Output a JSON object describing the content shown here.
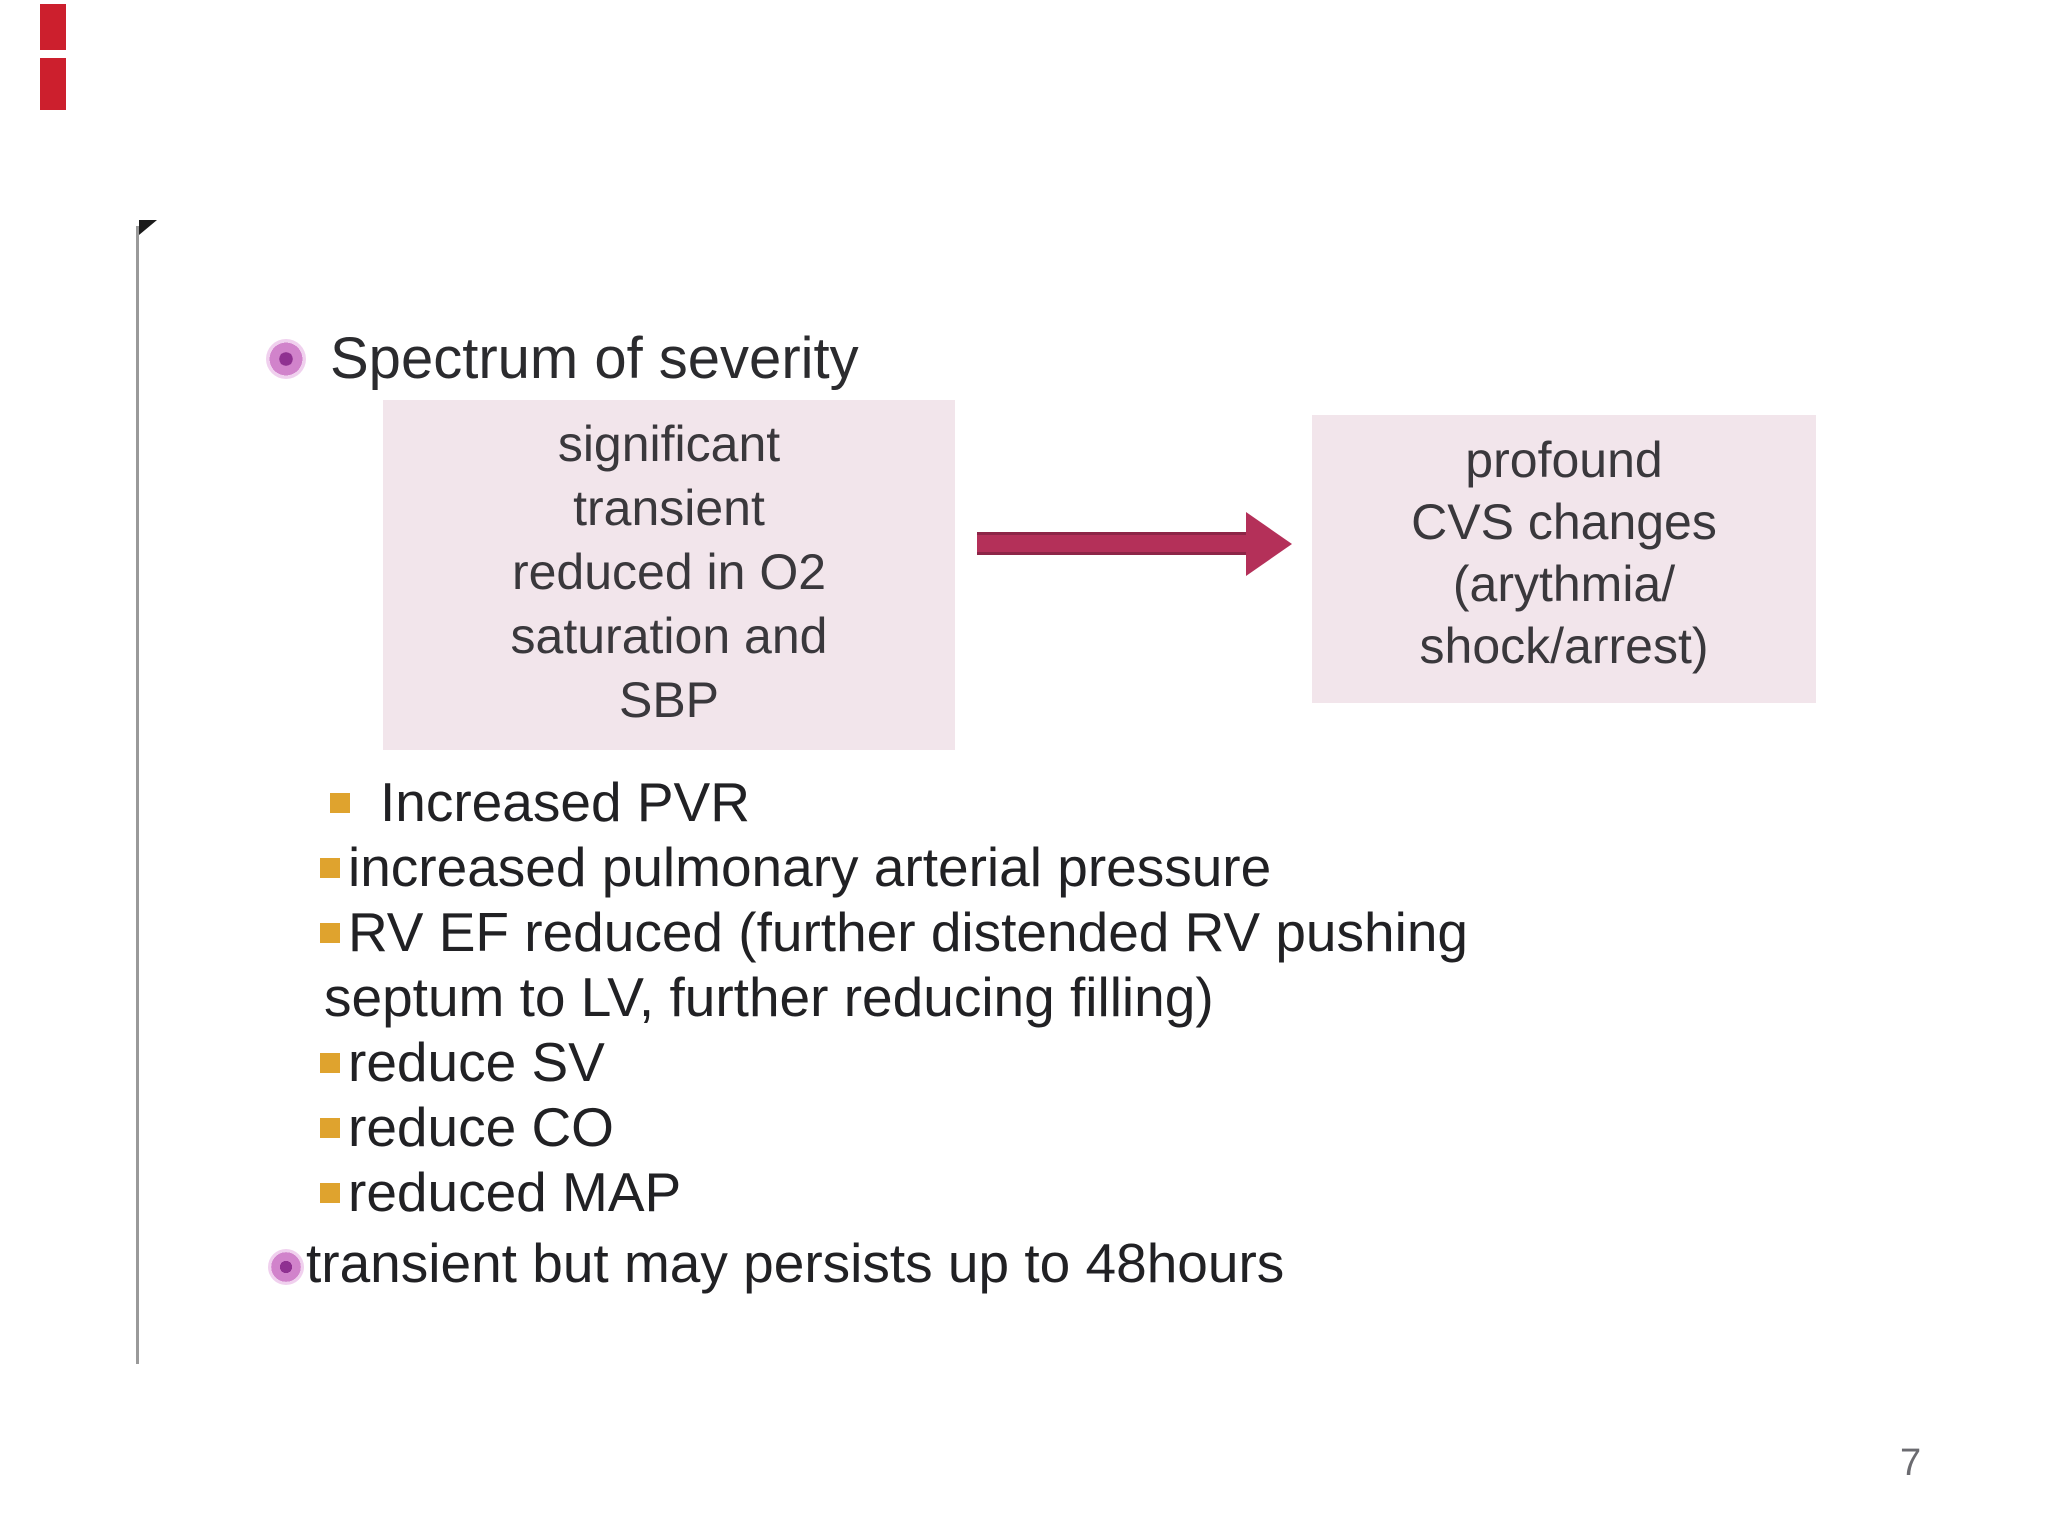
{
  "colors": {
    "red_mark": "#cc1f2d",
    "divider_line": "#9a9a9a",
    "corner_tick": "#1b1b1b",
    "heading_text": "#2b2b2e",
    "body_text": "#212124",
    "box_fill": "#f2e5eb",
    "box_text": "#3a383c",
    "arrow_fill": "#b43059",
    "arrow_edge": "#8d2547",
    "square_bullet": "#dfa32e",
    "ring_bullet_outer": "#f0d0ee",
    "ring_bullet_mid": "#d183cb",
    "ring_bullet_inner": "#8f3191",
    "page_number_text": "#6b6b70"
  },
  "heading": {
    "text": "Spectrum of severity"
  },
  "diagram": {
    "left_box": {
      "lines": [
        "significant",
        "transient",
        "reduced in O2",
        "saturation and",
        "SBP"
      ]
    },
    "arrow": {
      "direction": "right"
    },
    "right_box": {
      "lines": [
        "profound",
        "CVS changes",
        "(arythmia/",
        "shock/arrest)"
      ]
    }
  },
  "list": {
    "rows": [
      {
        "marker": "square",
        "text": "Increased PVR"
      },
      {
        "marker": "square",
        "text": "increased pulmonary arterial pressure"
      },
      {
        "marker": "square",
        "text": "RV EF reduced (further distended RV pushing"
      },
      {
        "marker": "none",
        "text": "septum to LV, further reducing filling)"
      },
      {
        "marker": "square",
        "text": "reduce SV"
      },
      {
        "marker": "square",
        "text": "reduce CO"
      },
      {
        "marker": "square",
        "text": "reduced MAP"
      },
      {
        "marker": "ring",
        "text": "transient but may persists up to 48hours"
      }
    ]
  },
  "page_number": "7"
}
